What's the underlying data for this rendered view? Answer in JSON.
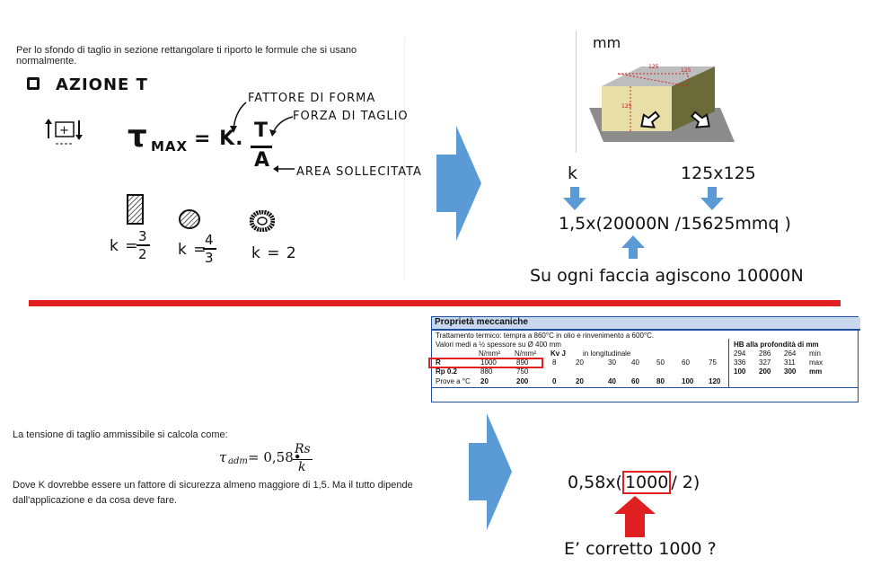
{
  "top_panel": {
    "caption": "Per lo sfondo di taglio in sezione rettangolare ti riporto le formule che si usano normalmente.",
    "heading": "AZIONE T",
    "label_form_factor": "FATTORE DI FORMA",
    "label_shear_force": "FORZA DI TAGLIO",
    "label_area": "AREA SOLLECITATA",
    "formula_lhs": "τ",
    "formula_sub": "MAX",
    "formula_eq": "= K.",
    "formula_num": "T",
    "formula_den": "A",
    "k_rect_label": "k =",
    "k_rect_num": "3",
    "k_rect_den": "2",
    "k_circle_label": "k =",
    "k_circle_num": "4",
    "k_circle_den": "3",
    "k_ring_label": "k = 2"
  },
  "right_top": {
    "unit": "mm",
    "k_label": "k",
    "size_label": "125x125",
    "expression": "1,5x(20000N /15625mmq )",
    "note": "Su ogni faccia agiscono 10000N"
  },
  "table": {
    "title": "Proprietà meccaniche",
    "row1": "Trattamento termico: tempra a 860°C in olio e rinvenimento a 600°C.",
    "row2": "Valori medi a ½ spessore su Ø  400 mm",
    "hb": "HB alla profondità di mm",
    "units1": "N/mm²",
    "units2": "N/mm²",
    "kv": "Kv  J",
    "longit": "in longitudinale",
    "hb_vals": [
      "294",
      "286",
      "264",
      "min"
    ],
    "r_label": "R",
    "r_vals": [
      "1000",
      "890"
    ],
    "kv_vals": [
      "8",
      "20",
      "30",
      "40",
      "50",
      "60",
      "75"
    ],
    "hb_vals2": [
      "336",
      "327",
      "311",
      "max"
    ],
    "rp_label": "Rp 0.2",
    "rp_vals": [
      "880",
      "750"
    ],
    "depth_vals": [
      "100",
      "200",
      "300",
      "mm"
    ],
    "prove_label": "Prove a °C",
    "prove_vals": [
      "20",
      "200",
      "0",
      "20",
      "40",
      "60",
      "80",
      "100",
      "120"
    ]
  },
  "bottom_panel": {
    "text1": "La tensione di taglio ammissibile si calcola come:",
    "formula_lhs": "τ",
    "formula_sub": "adm",
    "formula_mid": "= 0,58•",
    "formula_num": "Rs",
    "formula_den": "k",
    "text2": "Dove K dovrebbe essere un fattore di sicurezza almeno maggiore di 1,5. Ma il tutto dipende dall'applicazione e da cosa deve fare."
  },
  "right_bottom": {
    "expr_prefix": "0,58x(",
    "expr_highlight": "1000",
    "expr_suffix": "/ 2)",
    "question": "E’ corretto 1000 ?"
  },
  "colors": {
    "arrow_blue": "#5b9bd5",
    "red": "#e02020",
    "table_header_blue": "#1f4e9c",
    "table_band": "#c9d8ee"
  },
  "box_drawing": {
    "dim1": "125",
    "dim2": "125",
    "dim3": "125"
  }
}
